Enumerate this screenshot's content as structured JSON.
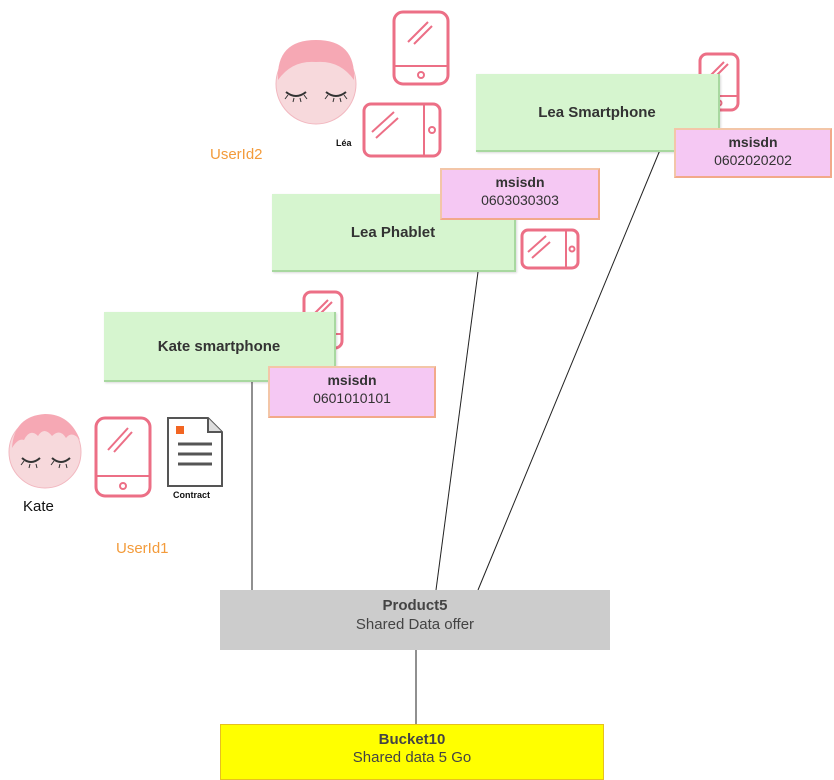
{
  "users": [
    {
      "id_label": "UserId2",
      "name": "Léa"
    },
    {
      "id_label": "UserId1",
      "name": "Kate"
    }
  ],
  "contract_label": "Contract",
  "devices": [
    {
      "label": "Lea Smartphone",
      "msisdn_title": "msisdn",
      "msisdn": "0602020202"
    },
    {
      "label": "Lea Phablet",
      "msisdn_title": "msisdn",
      "msisdn": "0603030303"
    },
    {
      "label": "Kate smartphone",
      "msisdn_title": "msisdn",
      "msisdn": "0601010101"
    }
  ],
  "product": {
    "title": "Product5",
    "subtitle": "Shared Data offer"
  },
  "bucket": {
    "title": "Bucket10",
    "subtitle": "Shared data 5 Go"
  },
  "colors": {
    "device_green": "#d6f5cf",
    "msisdn_pink": "#f5c8f3",
    "userid_orange": "#f39b3b",
    "product_gray": "#cccccc",
    "bucket_yellow": "#ffff00",
    "icon_pink": "#ec6f86"
  },
  "icons": [
    "avatar-lea",
    "avatar-kate",
    "smartphone-icon",
    "tablet-icon",
    "contract-icon"
  ]
}
